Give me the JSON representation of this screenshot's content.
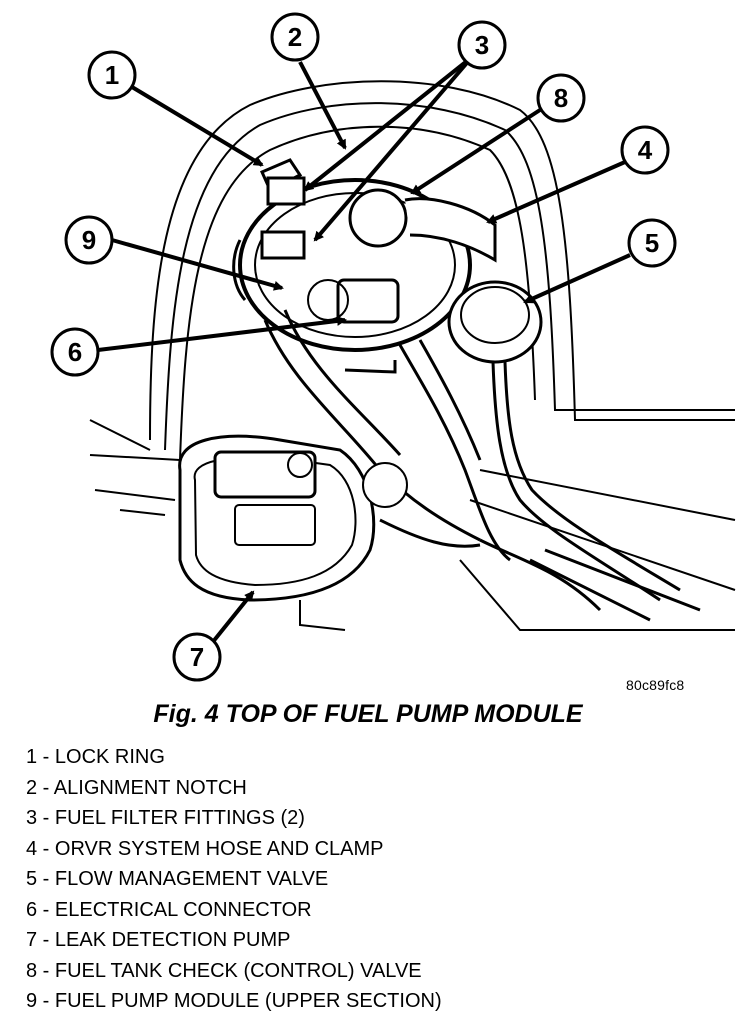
{
  "figure": {
    "code": "80c89fc8",
    "title": "Fig. 4 TOP OF FUEL PUMP MODULE",
    "callouts": [
      "1",
      "2",
      "3",
      "4",
      "5",
      "6",
      "7",
      "8",
      "9"
    ]
  },
  "legend": [
    "1 - LOCK RING",
    "2 - ALIGNMENT NOTCH",
    "3 - FUEL FILTER FITTINGS (2)",
    "4 - ORVR SYSTEM HOSE AND CLAMP",
    "5 - FLOW MANAGEMENT VALVE",
    "6 - ELECTRICAL CONNECTOR",
    "7 - LEAK DETECTION PUMP",
    "8 - FUEL TANK CHECK (CONTROL) VALVE",
    "9 - FUEL PUMP MODULE (UPPER SECTION)"
  ]
}
